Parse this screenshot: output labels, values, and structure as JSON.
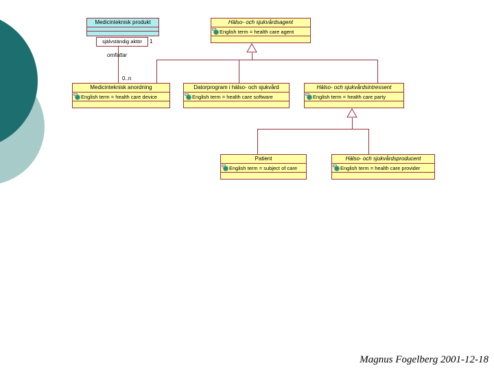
{
  "slide": {
    "caption": "Magnus Fogelberg 2001-12-18"
  },
  "diagram": {
    "classes": {
      "produkt": {
        "name": "Medicinteknisk produkt"
      },
      "agent": {
        "name": "Hälso- och sjukvårdsagent",
        "term": "English term = health care agent"
      },
      "anordning": {
        "name": "Medicinteknisk anordning",
        "term": "English term = health care device"
      },
      "datorprogram": {
        "name": "Datorprogram i hälso- och sjukvård",
        "term": "English term = health care software"
      },
      "intressent": {
        "name": "Hälso- och sjukvårdsintressent",
        "term": "English term = health care party"
      },
      "patient": {
        "name": "Patient",
        "term": "English term = subject of care"
      },
      "producent": {
        "name": "Hälso- och sjukvårdsproducent",
        "term": "English term = health care provider"
      }
    },
    "association": {
      "role_name": "självständig aktör",
      "label": "omfattar",
      "multiplicity_near": "1",
      "multiplicity_far": "0..n"
    },
    "colors": {
      "line": "#94303c",
      "class_fill": "#ffffa6",
      "produkt_fill": "#aeeeee",
      "decoration_dark": "#1d6e6e",
      "decoration_light": "#a6cbc8"
    },
    "icons": {
      "term_icon": "globe-language-icon",
      "inheritance_icon": "hollow-triangle-generalization"
    }
  }
}
